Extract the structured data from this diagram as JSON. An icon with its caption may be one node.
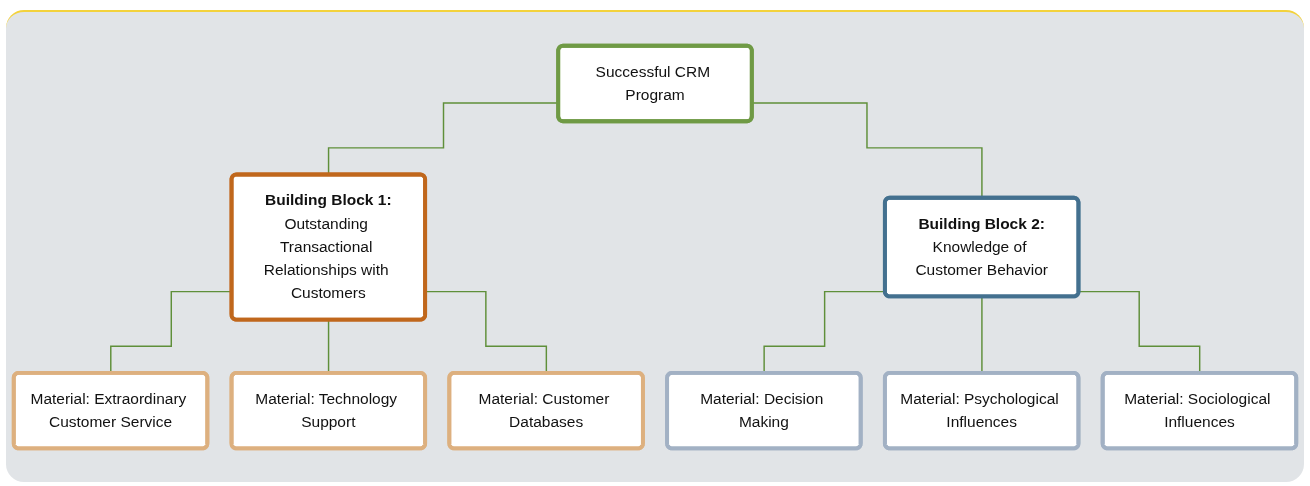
{
  "diagram": {
    "nodes": [
      {
        "text": [
          "Successful CRM Program"
        ]
      },
      {
        "text": [
          "Building Block 1:",
          "Outstanding Transactional Relationships with Customers"
        ]
      },
      {
        "text": [
          "Building Block 2:",
          "Knowledge of Customer Behavior"
        ]
      },
      {
        "text": [
          "Material: Extraordinary Customer Service"
        ]
      },
      {
        "text": [
          "Material: Technology Support"
        ]
      },
      {
        "text": [
          "Material: Customer Databases"
        ]
      },
      {
        "text": [
          "Material: Decision Making"
        ]
      },
      {
        "text": [
          "Material: Psychological Influences"
        ]
      },
      {
        "text": [
          "Material: Sociological Influences"
        ]
      }
    ],
    "edges": [
      {
        "from": 0,
        "to": 1,
        "arrow": "none"
      },
      {
        "from": 0,
        "to": 2,
        "arrow": "none"
      },
      {
        "from": 1,
        "to": 3,
        "arrow": "none"
      },
      {
        "from": 1,
        "to": 4,
        "arrow": "none"
      },
      {
        "from": 1,
        "to": 5,
        "arrow": "none"
      },
      {
        "from": 2,
        "to": 6,
        "arrow": "none"
      },
      {
        "from": 2,
        "to": 7,
        "arrow": "none"
      },
      {
        "from": 2,
        "to": 8,
        "arrow": "none"
      }
    ]
  }
}
